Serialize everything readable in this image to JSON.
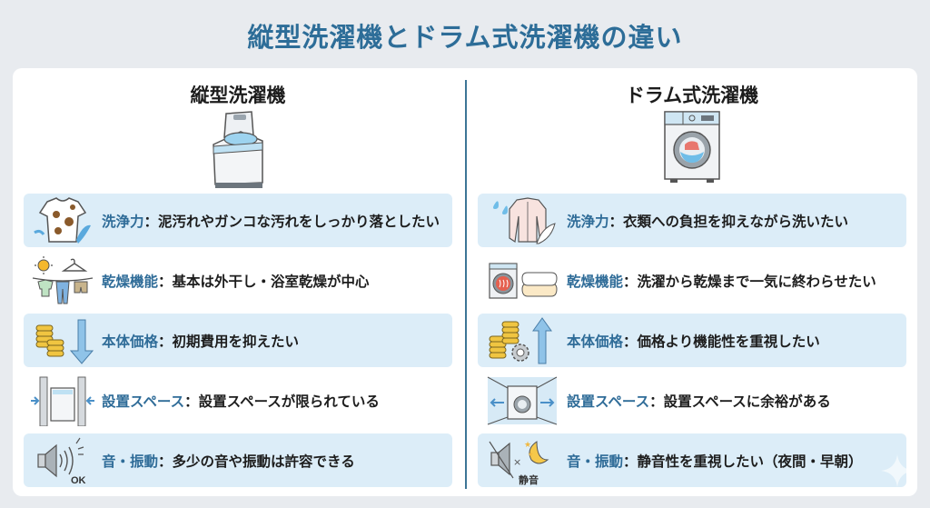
{
  "title": "縦型洗濯機とドラム式洗濯機の違い",
  "colors": {
    "title": "#2d6d98",
    "label": "#2f6c98",
    "row_shade": "#dcedf8",
    "background": "#e8ebef",
    "divider": "#3d7596"
  },
  "left": {
    "heading": "縦型洗濯機",
    "hero_icon": "top-load-washer-icon",
    "rows": [
      {
        "icon": "stained-shirt-splash-icon",
        "label": "洗浄力",
        "sep": "：",
        "text": "泥汚れやガンコな汚れをしっかり落としたい"
      },
      {
        "icon": "sun-hanger-clothesline-icon",
        "label": "乾燥機能",
        "sep": "：",
        "text": "基本は外干し・浴室乾燥が中心"
      },
      {
        "icon": "coins-arrow-down-icon",
        "label": "本体価格",
        "sep": "：",
        "text": "初期費用を抑えたい"
      },
      {
        "icon": "narrow-space-washer-icon",
        "label": "設置スペース",
        "sep": "：",
        "text": "設置スペースが限られている"
      },
      {
        "icon": "speaker-ok-icon",
        "label": "音・振動",
        "sep": "：",
        "text": "多少の音や振動は許容できる",
        "icon_caption": "OK"
      }
    ]
  },
  "right": {
    "heading": "ドラム式洗濯機",
    "hero_icon": "front-load-drum-washer-icon",
    "rows": [
      {
        "icon": "shirt-feather-drops-icon",
        "label": "洗浄力",
        "sep": "：",
        "text": "衣類への負担を抑えながら洗いたい"
      },
      {
        "icon": "dryer-towels-icon",
        "label": "乾燥機能",
        "sep": "：",
        "text": "洗濯から乾燥まで一気に終わらせたい"
      },
      {
        "icon": "coins-gear-arrow-up-icon",
        "label": "本体価格",
        "sep": "：",
        "text": "価格より機能性を重視したい"
      },
      {
        "icon": "wide-space-washer-icon",
        "label": "設置スペース",
        "sep": "：",
        "text": "設置スペースに余裕がある"
      },
      {
        "icon": "muted-speaker-moon-icon",
        "label": "音・振動",
        "sep": "：",
        "text": "静音性を重視したい（夜間・早朝）",
        "icon_caption": "静音"
      }
    ]
  }
}
